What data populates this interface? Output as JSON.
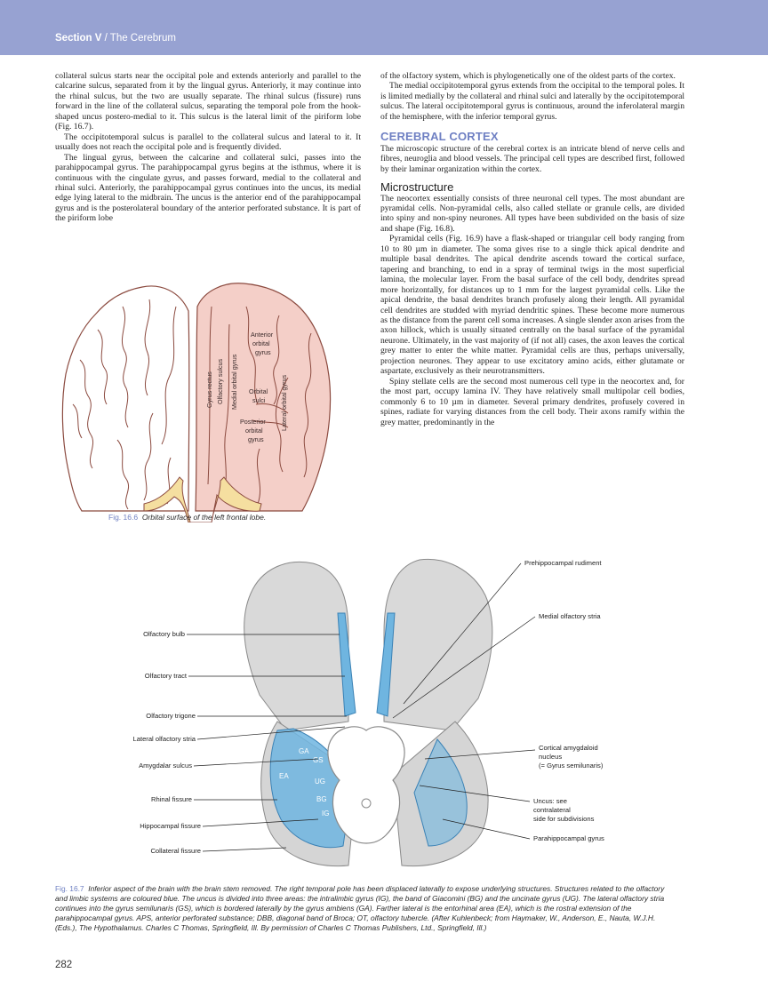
{
  "header": {
    "section": "Section V",
    "separator": " / ",
    "title": "The Cerebrum"
  },
  "col_a": [
    "collateral sulcus starts near the occipital pole and extends anteriorly and parallel to the calcarine sulcus, separated from it by the lingual gyrus. Anteriorly, it may continue into the rhinal sulcus, but the two are usually separate. The rhinal sulcus (fissure) runs forward in the line of the collateral sulcus, separating the temporal pole from the hook-shaped uncus postero-medial to it. This sulcus is the lateral limit of the piriform lobe (Fig. 16.7).",
    "The occipitotemporal sulcus is parallel to the collateral sulcus and lateral to it. It usually does not reach the occipital pole and is frequently divided.",
    "The lingual gyrus, between the calcarine and collateral sulci, passes into the parahippocampal gyrus. The parahippocampal gyrus begins at the isthmus, where it is continuous with the cingulate gyrus, and passes forward, medial to the collateral and rhinal sulci. Anteriorly, the parahippocampal gyrus continues into the uncus, its medial edge lying lateral to the midbrain. The uncus is the anterior end of the parahippocampal gyrus and is the posterolateral boundary of the anterior perforated substance. It is part of the piriform lobe"
  ],
  "col_b_intro": [
    "of the olfactory system, which is phylogenetically one of the oldest parts of the cortex.",
    "The medial occipitotemporal gyrus extends from the occipital to the temporal poles. It is limited medially by the collateral and rhinal sulci and laterally by the occipitotemporal sulcus. The lateral occipitotemporal gyrus is continuous, around the inferolateral margin of the hemisphere, with the inferior temporal gyrus."
  ],
  "heading_cortex": "CEREBRAL CORTEX",
  "cortex_para": "The microscopic structure of the cerebral cortex is an intricate blend of nerve cells and fibres, neuroglia and blood vessels. The principal cell types are described first, followed by their laminar organization within the cortex.",
  "heading_micro": "Microstructure",
  "micro_paras": [
    "The neocortex essentially consists of three neuronal cell types. The most abundant are pyramidal cells. Non-pyramidal cells, also called stellate or granule cells, are divided into spiny and non-spiny neurones. All types have been subdivided on the basis of size and shape (Fig. 16.8).",
    "Pyramidal cells (Fig. 16.9) have a flask-shaped or triangular cell body ranging from 10 to 80 µm in diameter. The soma gives rise to a single thick apical dendrite and multiple basal dendrites. The apical dendrite ascends toward the cortical surface, tapering and branching, to end in a spray of terminal twigs in the most superficial lamina, the molecular layer. From the basal surface of the cell body, dendrites spread more horizontally, for distances up to 1 mm for the largest pyramidal cells. Like the apical dendrite, the basal dendrites branch profusely along their length. All pyramidal cell dendrites are studded with myriad dendritic spines. These become more numerous as the distance from the parent cell soma increases. A single slender axon arises from the axon hillock, which is usually situated centrally on the basal surface of the pyramidal neurone. Ultimately, in the vast majority of (if not all) cases, the axon leaves the cortical grey matter to enter the white matter. Pyramidal cells are thus, perhaps universally, projection neurones. They appear to use excitatory amino acids, either glutamate or aspartate, exclusively as their neurotransmitters.",
    "Spiny stellate cells are the second most numerous cell type in the neocortex and, for the most part, occupy lamina IV. They have relatively small multipolar cell bodies, commonly 6 to 10 µm in diameter. Several primary dendrites, profusely covered in spines, radiate for varying distances from the cell body. Their axons ramify within the grey matter, predominantly in the"
  ],
  "fig16_6": {
    "caption_label": "Fig. 16.6",
    "caption_text": "Orbital surface of the left frontal lobe.",
    "labels": {
      "gyrus_rectus": "Gyrus rectus",
      "olfactory_sulcus": "Olfactory sulcus",
      "medial_orbital_gyrus": "Medial orbital gyrus",
      "anterior_l1": "Anterior",
      "anterior_l2": "orbital",
      "anterior_l3": "gyrus",
      "orbital_sulci_l1": "Orbital",
      "orbital_sulci_l2": "sulci",
      "posterior_l1": "Posterior",
      "posterior_l2": "orbital",
      "posterior_l3": "gyrus",
      "lateral_orbital_gyrus": "Lateral orbital gyrus"
    },
    "colors": {
      "frontal_lobe": "#f4cfc8",
      "outline": "#8b4a3f",
      "stem": "#f5dfa0"
    }
  },
  "fig16_7": {
    "caption_label": "Fig. 16.7",
    "caption_text": "Inferior aspect of the brain with the brain stem removed. The right temporal pole has been displaced laterally to expose underlying structures. Structures related to the olfactory and limbic systems are coloured blue. The uncus is divided into three areas: the intralimbic gyrus (IG), the band of Giacomini (BG) and the uncinate gyrus (UG). The lateral olfactory stria continues into the gyrus semilunaris (GS), which is bordered laterally by the gyrus ambiens (GA). Farther lateral is the entorhinal area (EA), which is the rostral extension of the parahippocampal gyrus. APS, anterior perforated substance; DBB, diagonal band of Broca; OT, olfactory tubercle. (After Kuhlenbeck; from Haymaker, W., Anderson, E., Nauta, W.J.H. (Eds.), The Hypothalamus. Charles C Thomas, Springfield, Ill. By permission of Charles C Thomas Publishers, Ltd., Springfield, Ill.)",
    "left_labels": [
      "Olfactory bulb",
      "Olfactory tract",
      "Olfactory trigone",
      "Lateral olfactory stria",
      "Amygdalar sulcus",
      "Rhinal fissure",
      "Hippocampal fissure",
      "Collateral fissure"
    ],
    "right_labels": {
      "prehippocampal": "Prehippocampal rudiment",
      "medial_stria": "Medial olfactory stria",
      "cortical_l1": "Cortical amygdaloid",
      "cortical_l2": "nucleus",
      "cortical_l3": "(= Gyrus semilunaris)",
      "uncus_l1": "Uncus: see",
      "uncus_l2": "contralateral",
      "uncus_l3": "side for subdivisions",
      "parahippocampal": "Parahippocampal gyrus"
    },
    "region_labels": {
      "ga": "GA",
      "gs": "GS",
      "ea": "EA",
      "ug": "UG",
      "bg": "BG",
      "ig": "IG"
    },
    "colors": {
      "blue": "#6fb5e0",
      "blue_light": "#a8d4ef",
      "gray": "#d9d9d9",
      "gray_dark": "#9a9a9a"
    }
  },
  "page_number": "282"
}
